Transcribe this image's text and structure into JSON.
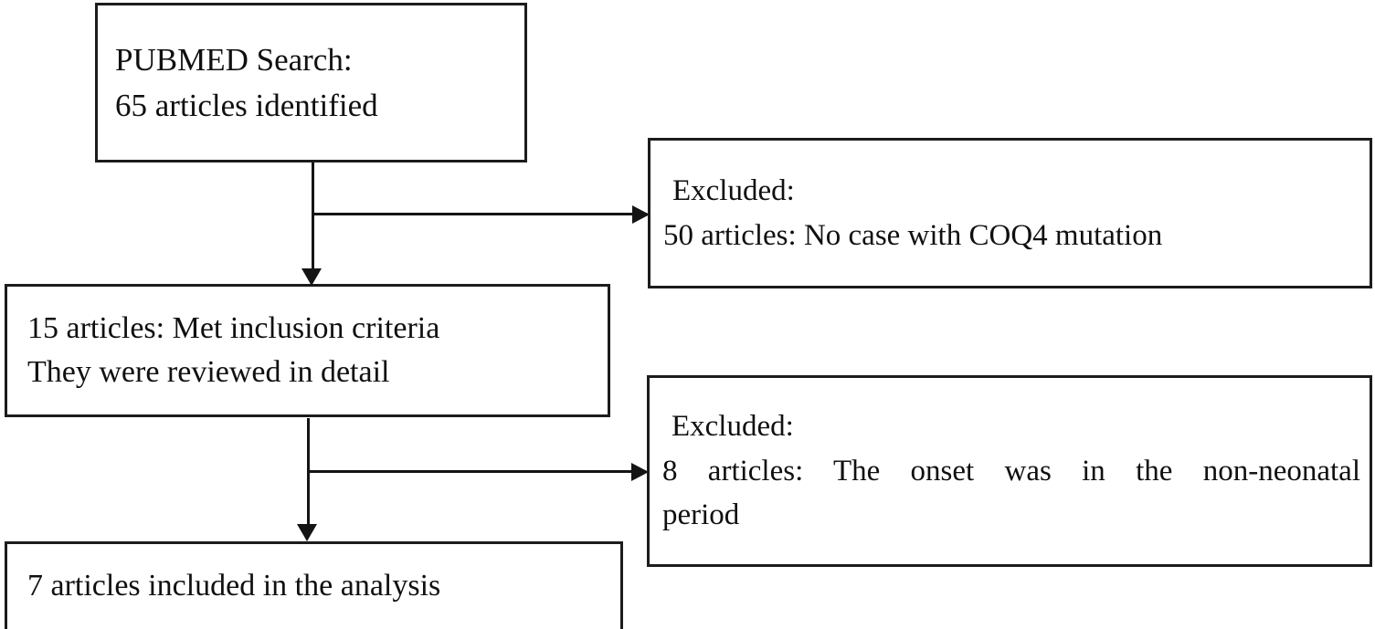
{
  "diagram": {
    "title": "Study selection flowchart",
    "type": "flowchart",
    "stroke_color": "#1c1c1c",
    "background_color": "#ffffff"
  },
  "nodes": {
    "pubmed": {
      "name": "pubmed-search-box",
      "line1": "PUBMED Search:",
      "line2": "65 articles identified",
      "count": 65
    },
    "excluded_no_mutation": {
      "name": "excluded-no-mutation-box",
      "line1": "Excluded:",
      "line2": "50 articles: No case with COQ4 mutation",
      "count": 50
    },
    "included_15": {
      "name": "met-inclusion-criteria-box",
      "line1": "15 articles: Met inclusion criteria",
      "line2": "They were reviewed in detail",
      "count": 15
    },
    "excluded_non_neonatal": {
      "name": "excluded-non-neonatal-box",
      "line1": "Excluded:",
      "line2": "8 articles: The onset was in the non-neonatal",
      "line3": "period",
      "count": 8
    },
    "final_included": {
      "name": "final-included-box",
      "line1": "7 articles included in the analysis",
      "count": 7
    }
  },
  "connectors": [
    {
      "name": "pubmed-to-included-arrow",
      "from": "pubmed",
      "to": "included_15",
      "direction": "down",
      "marker": "arrowhead"
    },
    {
      "name": "pubmed-to-excluded-arrow",
      "from": "pubmed",
      "to": "excluded_no_mutation",
      "direction": "right",
      "marker": "arrowhead"
    },
    {
      "name": "included-to-final-arrow",
      "from": "included_15",
      "to": "final_included",
      "direction": "down",
      "marker": "arrowhead"
    },
    {
      "name": "included-to-excluded-arrow",
      "from": "included_15",
      "to": "excluded_non_neonatal",
      "direction": "right",
      "marker": "arrowhead"
    }
  ]
}
